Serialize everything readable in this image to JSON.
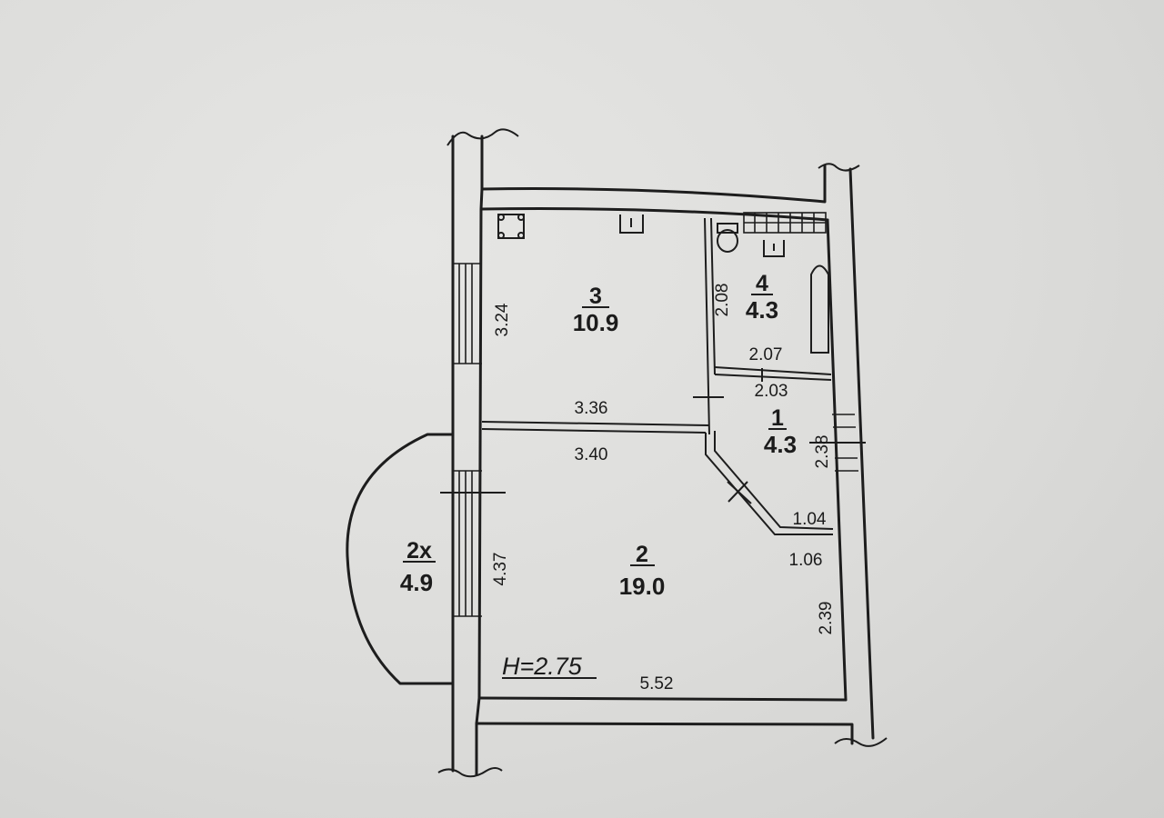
{
  "rooms": [
    {
      "number": "1",
      "area": "4.3"
    },
    {
      "number": "2",
      "area": "19.0"
    },
    {
      "number": "3",
      "area": "10.9"
    },
    {
      "number": "4",
      "area": "4.3"
    },
    {
      "number": "2х",
      "area": "4.9"
    }
  ],
  "dimensions": {
    "room3_height": "3.24",
    "room3_width_top": "3.36",
    "room2_width_top": "3.40",
    "room4_height": "2.08",
    "room4_width": "2.07",
    "room1_width": "2.03",
    "room1_height": "2.38",
    "room1_diag": "1.04",
    "room2_niche": "1.06",
    "room2_right_height": "2.39",
    "room2_height": "4.37",
    "room2_width": "5.52"
  },
  "ceiling_height": "H=2.75"
}
